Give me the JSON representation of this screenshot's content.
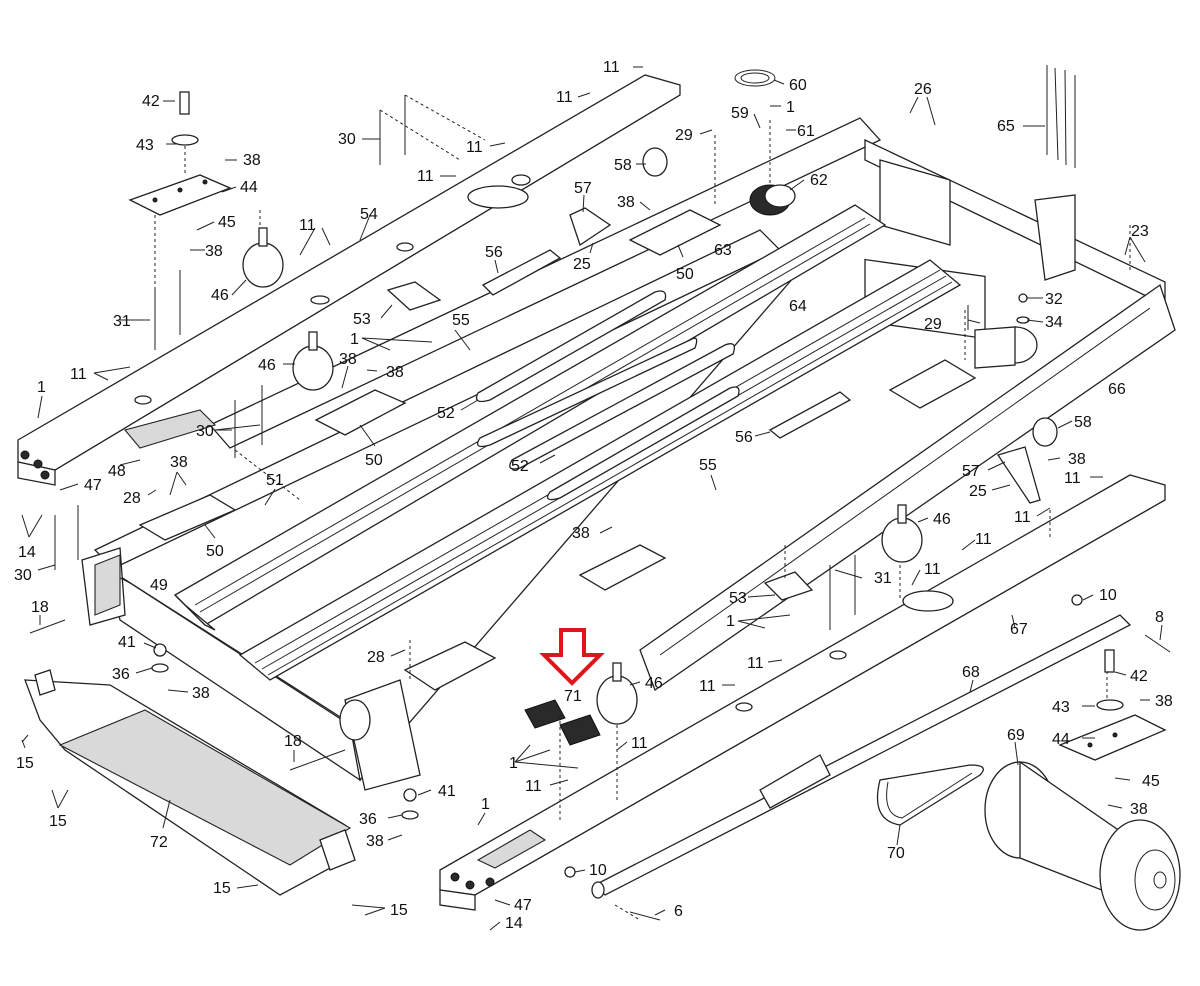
{
  "diagram": {
    "callouts": {
      "c1a": "1",
      "c1b": "1",
      "c1c": "1",
      "c1d": "1",
      "c1e": "1",
      "c1f": "1",
      "c6": "6",
      "c8": "8",
      "c10a": "10",
      "c10b": "10",
      "c11a": "11",
      "c11b": "11",
      "c11c": "11",
      "c11d": "11",
      "c11e": "11",
      "c11f": "11",
      "c11g": "11",
      "c11h": "11",
      "c11i": "11",
      "c11j": "11",
      "c11k": "11",
      "c11l": "11",
      "c11m": "11",
      "c11n": "11",
      "c14a": "14",
      "c14b": "14",
      "c15a": "15",
      "c15b": "15",
      "c15c": "15",
      "c15d": "15",
      "c18a": "18",
      "c18b": "18",
      "c23": "23",
      "c25a": "25",
      "c25b": "25",
      "c26": "26",
      "c28a": "28",
      "c28b": "28",
      "c29a": "29",
      "c29b": "29",
      "c30a": "30",
      "c30b": "30",
      "c30c": "30",
      "c31a": "31",
      "c31b": "31",
      "c32": "32",
      "c34": "34",
      "c36a": "36",
      "c36b": "36",
      "c38a": "38",
      "c38b": "38",
      "c38c": "38",
      "c38d": "38",
      "c38e": "38",
      "c38f": "38",
      "c38g": "38",
      "c38h": "38",
      "c38i": "38",
      "c38j": "38",
      "c38k": "38",
      "c38l": "38",
      "c41a": "41",
      "c41b": "41",
      "c42a": "42",
      "c42b": "42",
      "c43a": "43",
      "c43b": "43",
      "c44a": "44",
      "c44b": "44",
      "c45a": "45",
      "c45b": "45",
      "c46a": "46",
      "c46b": "46",
      "c46c": "46",
      "c46d": "46",
      "c47a": "47",
      "c47b": "47",
      "c48": "48",
      "c49": "49",
      "c50a": "50",
      "c50b": "50",
      "c50c": "50",
      "c51": "51",
      "c52a": "52",
      "c52b": "52",
      "c53a": "53",
      "c53b": "53",
      "c54": "54",
      "c55a": "55",
      "c55b": "55",
      "c56a": "56",
      "c56b": "56",
      "c57a": "57",
      "c57b": "57",
      "c58a": "58",
      "c58b": "58",
      "c59": "59",
      "c60": "60",
      "c61": "61",
      "c62": "62",
      "c63": "63",
      "c64": "64",
      "c65": "65",
      "c66": "66",
      "c67": "67",
      "c68": "68",
      "c69": "69",
      "c70": "70",
      "c71": "71",
      "c72": "72"
    },
    "highlight": {
      "part_number": "71",
      "arrow_color": "#e0151c"
    }
  }
}
